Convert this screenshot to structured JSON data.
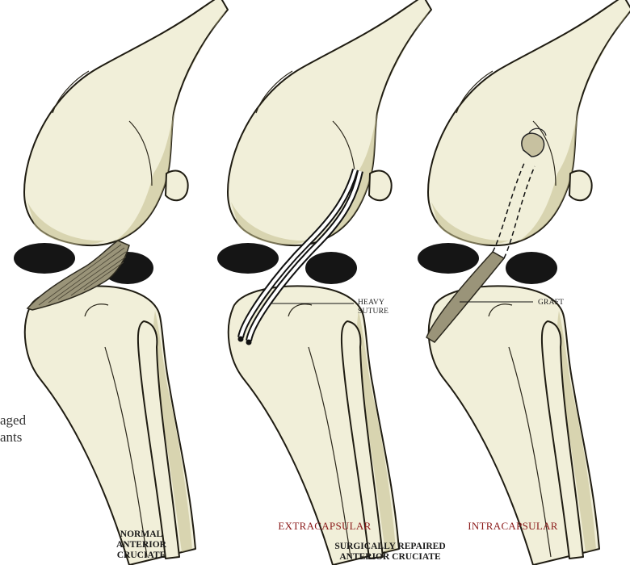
{
  "labels": {
    "heavy_suture": [
      "HEAVY",
      "SUTURE"
    ],
    "graft": "GRAFT"
  },
  "captions": {
    "normal": [
      "NORMAL",
      "ANTERIOR",
      "CRUCIATE"
    ],
    "extracapsular": "EXTRACAPSULAR",
    "intracapsular": "INTRACAPSULAR",
    "surgically_repaired": [
      "SURGICALLY REPAIRED",
      "ANTERIOR CRUCIATE"
    ]
  },
  "left_text_fragment": [
    "aged",
    "ants"
  ],
  "colors": {
    "bone_fill": "#f1efd9",
    "bone_shade": "#c2bd8e",
    "meniscus": "#151515",
    "ligament": "#9a9479",
    "caption_red": "#8b1a1a"
  }
}
